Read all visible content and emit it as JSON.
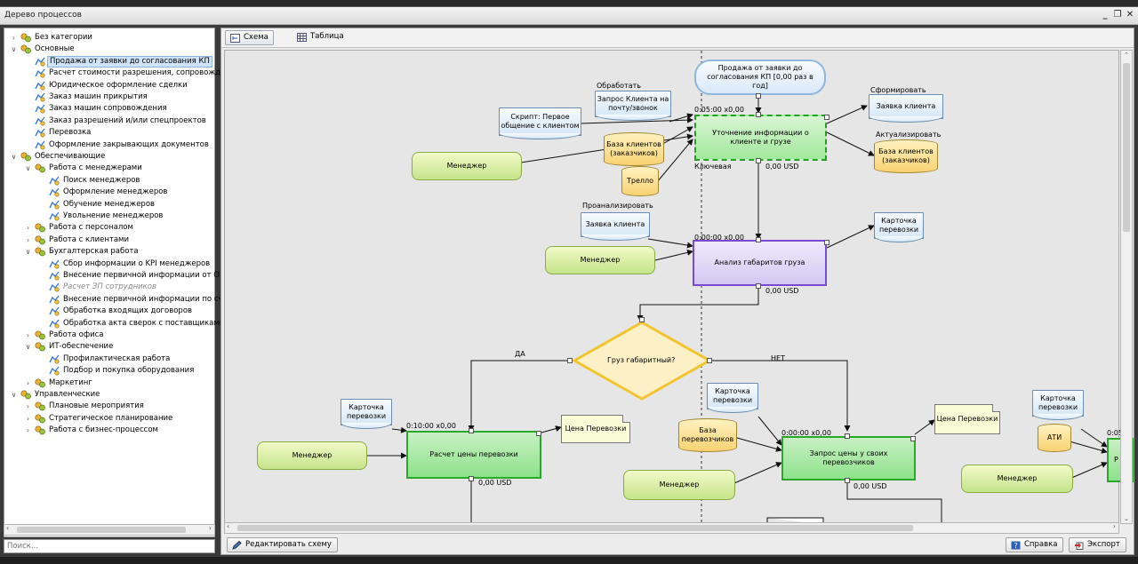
{
  "window": {
    "title": "Дерево процессов"
  },
  "tree": {
    "items": [
      {
        "label": "Без категории",
        "level": 0,
        "arrow": "right",
        "icon": "folder"
      },
      {
        "label": "Основные",
        "level": 0,
        "arrow": "down",
        "icon": "folder"
      },
      {
        "label": "Продажа от заявки до согласования КП",
        "level": 1,
        "icon": "process",
        "selected": true
      },
      {
        "label": "Расчет стоимости разрешения, сопровожд",
        "level": 1,
        "icon": "process"
      },
      {
        "label": "Юридическое  оформление сделки",
        "level": 1,
        "icon": "process"
      },
      {
        "label": "Заказ машин прикрытия",
        "level": 1,
        "icon": "process"
      },
      {
        "label": "Заказ машин сопровождения",
        "level": 1,
        "icon": "process"
      },
      {
        "label": "Заказ разрешений и/или спецпроектов",
        "level": 1,
        "icon": "process"
      },
      {
        "label": "Перевозка",
        "level": 1,
        "icon": "process"
      },
      {
        "label": "Оформление закрывающих документов",
        "level": 1,
        "icon": "process"
      },
      {
        "label": "Обеспечивающие",
        "level": 0,
        "arrow": "down",
        "icon": "folder"
      },
      {
        "label": "Работа с менеджерами",
        "level": 1,
        "arrow": "down",
        "icon": "folder"
      },
      {
        "label": "Поиск менеджеров",
        "level": 2,
        "icon": "process"
      },
      {
        "label": "Оформление менеджеров",
        "level": 2,
        "icon": "process"
      },
      {
        "label": "Обучение менеджеров",
        "level": 2,
        "icon": "process"
      },
      {
        "label": "Увольнение менеджеров",
        "level": 2,
        "icon": "process"
      },
      {
        "label": "Работа с персоналом",
        "level": 1,
        "arrow": "right",
        "icon": "folder"
      },
      {
        "label": "Работа с клиентами",
        "level": 1,
        "arrow": "right",
        "icon": "folder"
      },
      {
        "label": "Бухгалтерская работа",
        "level": 1,
        "arrow": "down",
        "icon": "folder"
      },
      {
        "label": "Сбор информации о KPI менеджеров",
        "level": 2,
        "icon": "process"
      },
      {
        "label": "Внесение первичной информации от О",
        "level": 2,
        "icon": "process"
      },
      {
        "label": "Расчет ЗП сотрудников",
        "level": 2,
        "icon": "process",
        "italic": true
      },
      {
        "label": "Внесение первичной информации по сч",
        "level": 2,
        "icon": "process"
      },
      {
        "label": "Обработка входящих договоров",
        "level": 2,
        "icon": "process"
      },
      {
        "label": "Обработка акта сверок с поставщиками",
        "level": 2,
        "icon": "process"
      },
      {
        "label": "Работа офиса",
        "level": 1,
        "arrow": "right",
        "icon": "folder"
      },
      {
        "label": "ИТ-обеспечение",
        "level": 1,
        "arrow": "down",
        "icon": "folder"
      },
      {
        "label": "Профилактическая работа",
        "level": 2,
        "icon": "process"
      },
      {
        "label": "Подбор и покупка оборудования",
        "level": 2,
        "icon": "process"
      },
      {
        "label": "Маркетинг",
        "level": 1,
        "arrow": "right",
        "icon": "folder"
      },
      {
        "label": "Управленческие",
        "level": 0,
        "arrow": "down",
        "icon": "folder"
      },
      {
        "label": "Плановые мероприятия",
        "level": 1,
        "arrow": "right",
        "icon": "folder"
      },
      {
        "label": "Стратегическое планирование",
        "level": 1,
        "arrow": "right",
        "icon": "folder"
      },
      {
        "label": "Работа с бизнес-процессом",
        "level": 1,
        "arrow": "right",
        "icon": "folder"
      }
    ]
  },
  "search": {
    "placeholder": "Поиск..."
  },
  "tabs": {
    "scheme": "Схема",
    "table": "Таблица"
  },
  "buttons": {
    "edit": "Редактировать схему",
    "help": "Справка",
    "export": "Экспорт"
  },
  "diagram": {
    "start_event": "Продажа от заявки до согласования КП [0,00 раз в год]",
    "f1": {
      "label": "Уточнение информации о клиенте и грузе",
      "time": "0:05:00 x0,00",
      "cost": "0,00 USD",
      "tag": "Ключевая"
    },
    "f2": {
      "label": "Анализ габаритов груза",
      "time": "0:00:00 x0,00",
      "cost": "0,00 USD"
    },
    "f3": {
      "label": "Расчет цены перевозки",
      "time": "0:10:00 x0,00",
      "cost": "0,00 USD"
    },
    "f4": {
      "label": "Запрос цены у своих перевозчиков",
      "time": "0:00:00 x0,00",
      "cost": "0,00 USD"
    },
    "f5": {
      "label": "Р",
      "time": "0:05"
    },
    "decision": "Груз габаритный?",
    "yes": "ДА",
    "no": "НЕТ",
    "actor": "Менеджер",
    "docs": {
      "script": "Скрипт: Первое общение с клиентом",
      "request": "Запрос Клиента на почту/звонок",
      "request_action": "Обработать",
      "client_request": "Заявка клиента",
      "client_request_action": "Сформировать",
      "client_request2_action": "Проанализировать",
      "card": "Карточка перевозки",
      "price": "Цена Перевозки"
    },
    "dbs": {
      "clients": "База клиентов (заказчиков)",
      "clients_action": "Актуализировать",
      "trello": "Трелло",
      "carriers": "База перевозчиков",
      "ati": "АТИ"
    }
  },
  "colors": {
    "accent": "#2aa82a",
    "selected": "#cfe3f7",
    "decision": "#f4c430",
    "purple": "#7a4bd0"
  }
}
